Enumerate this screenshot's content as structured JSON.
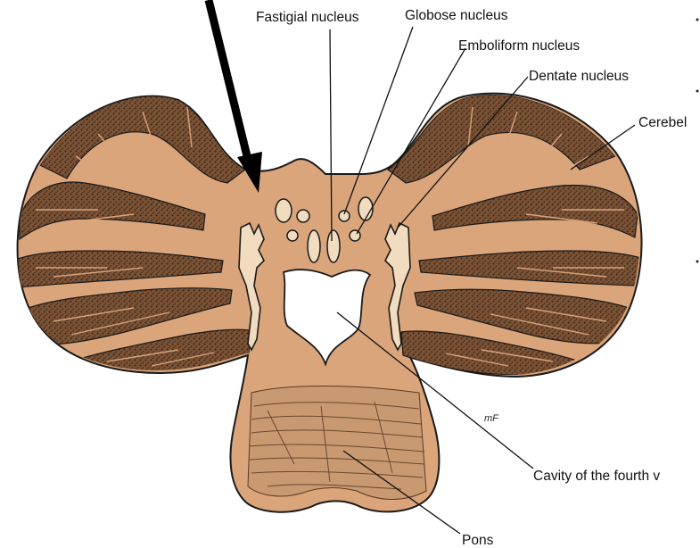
{
  "labels": {
    "fastigial": "Fastigial nucleus",
    "globose": "Globose nucleus",
    "emboliform": "Emboliform nucleus",
    "dentate": "Dentate nucleus",
    "cerebellum": "Cerebel",
    "cavity": "Cavity of the fourth v",
    "pons": "Pons",
    "signature": "mF"
  },
  "colors": {
    "tissue": "#dba57b",
    "gray_matter": "#7a5236",
    "outline": "#1a1a1a",
    "nucleus_fill": "#f1dcc0",
    "cavity": "#ffffff",
    "arrow": "#000000"
  },
  "icons": {
    "pointer": "black-arrow-icon"
  }
}
